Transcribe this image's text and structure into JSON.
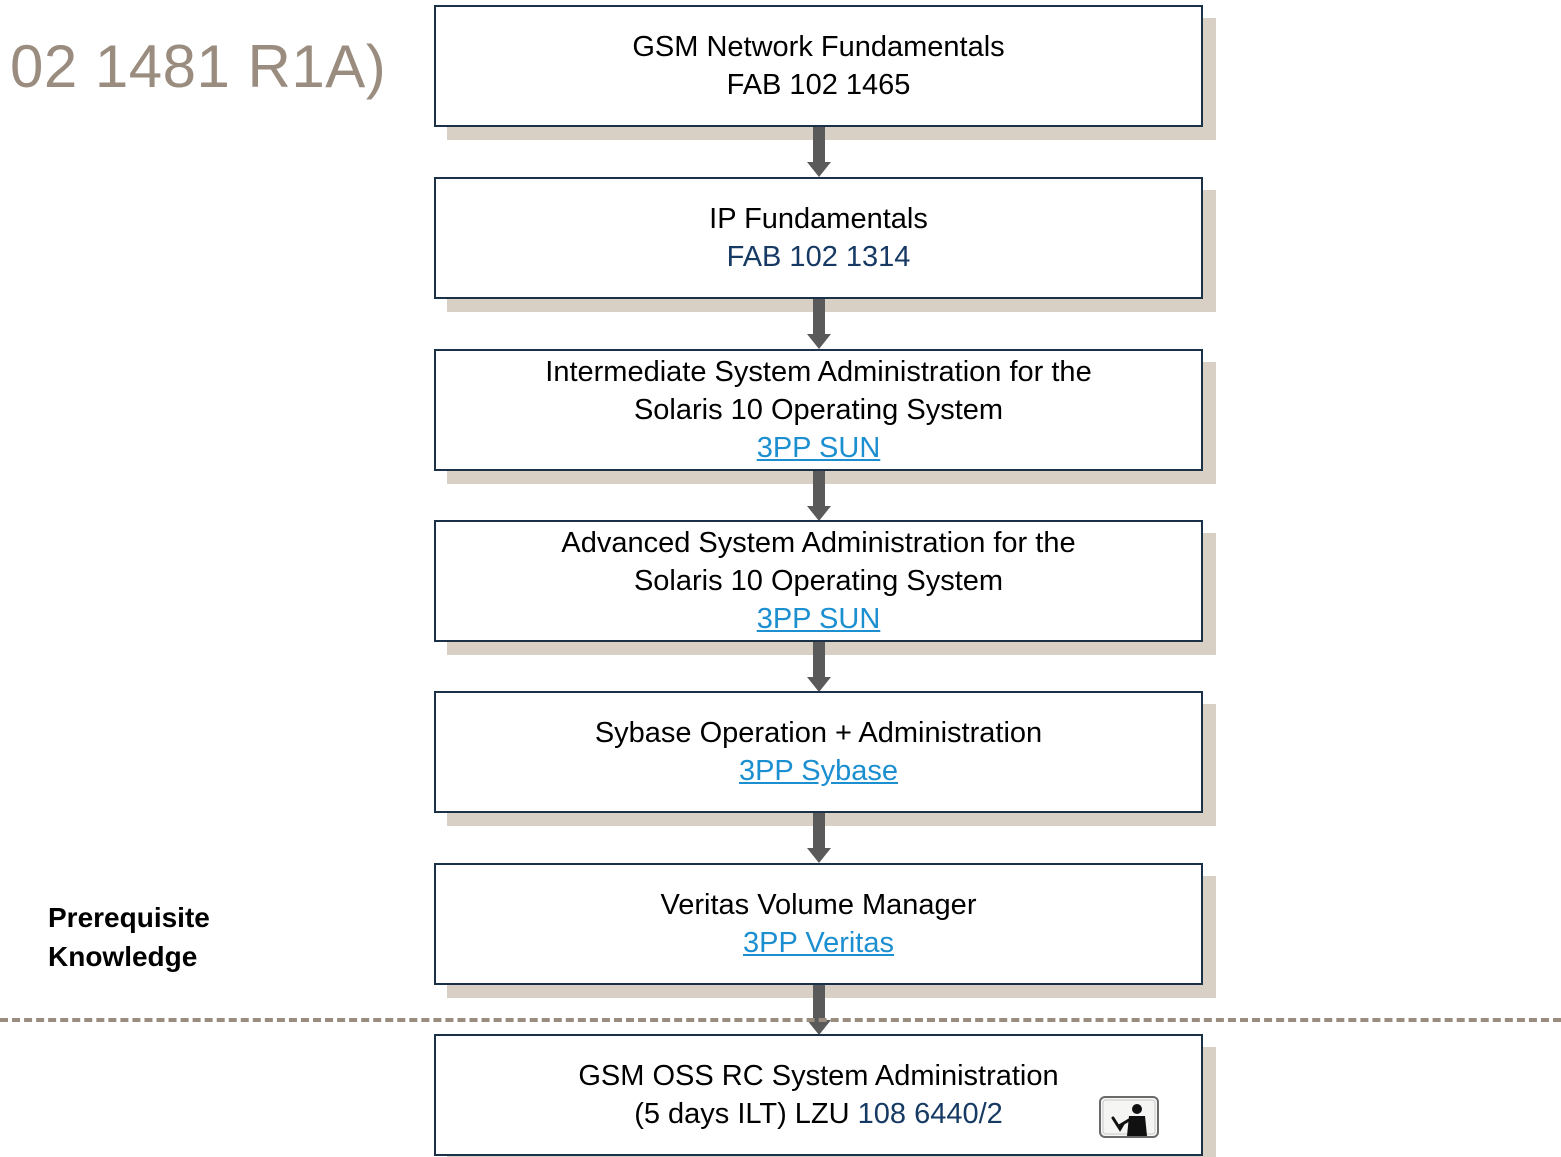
{
  "title_fragment": "02 1481 R1A)",
  "prerequisite_label": [
    "Prerequisite",
    "Knowledge"
  ],
  "courses": [
    {
      "lines": [
        "GSM Network Fundamentals",
        "FAB 102 1465"
      ]
    },
    {
      "title": "IP Fundamentals",
      "code": "FAB 102 1314"
    },
    {
      "lines": [
        "Intermediate System Administration for the",
        "Solaris 10 Operating System"
      ],
      "link": "3PP SUN"
    },
    {
      "lines": [
        "Advanced System Administration for the",
        "Solaris 10 Operating System"
      ],
      "link": "3PP SUN"
    },
    {
      "lines": [
        "Sybase Operation + Administration"
      ],
      "link": "3PP Sybase"
    },
    {
      "lines": [
        "Veritas Volume Manager"
      ],
      "link": "3PP Veritas"
    },
    {
      "title": "GSM OSS RC System Administration",
      "format_prefix": "(5 days ILT) LZU",
      "code": "108 6440/2",
      "icon": "instructor-led-training-icon"
    }
  ]
}
